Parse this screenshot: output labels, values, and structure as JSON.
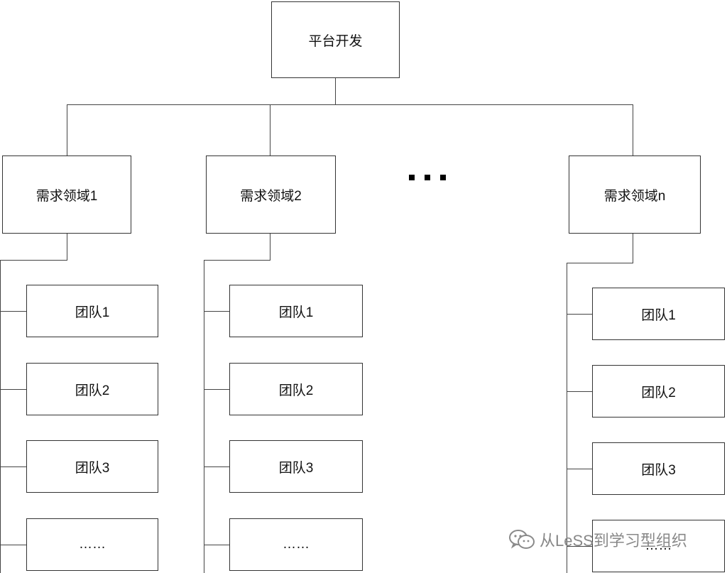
{
  "root": {
    "label": "平台开发"
  },
  "ellipsis": "...",
  "domains": [
    {
      "label": "需求领域1",
      "teams": [
        "团队1",
        "团队2",
        "团队3",
        "……"
      ]
    },
    {
      "label": "需求领域2",
      "teams": [
        "团队1",
        "团队2",
        "团队3",
        "……"
      ]
    },
    {
      "label": "需求领域n",
      "teams": [
        "团队1",
        "团队2",
        "团队3",
        "……"
      ]
    }
  ],
  "watermark": {
    "text": "从LeSS到学习型组织",
    "icon": "wechat-icon"
  }
}
